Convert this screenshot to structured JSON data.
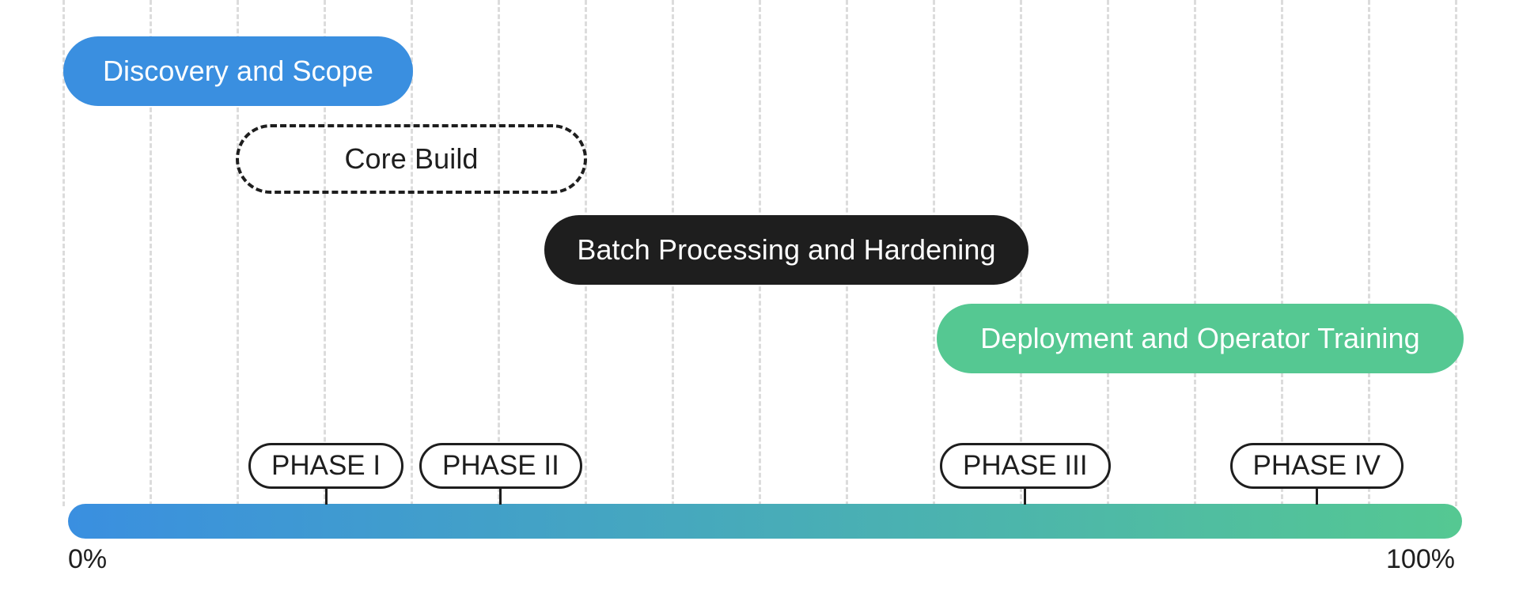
{
  "colors": {
    "gridline": "#dcdcdc",
    "discovery": "#3a8fe0",
    "build_outline": "#1e1e1e",
    "batch": "#1e1e1e",
    "deployment": "#55c892",
    "progress_start": "#3a8fe0",
    "progress_end": "#55c892",
    "text_dark": "#1e1e1e"
  },
  "timeline": {
    "gridline_count": 17,
    "tasks": [
      {
        "label": "Discovery and Scope",
        "style": "solid",
        "color": "#3a8fe0"
      },
      {
        "label": "Core Build",
        "style": "outline",
        "color": "#1e1e1e"
      },
      {
        "label": "Batch Processing and Hardening",
        "style": "solid",
        "color": "#1e1e1e"
      },
      {
        "label": "Deployment and Operator Training",
        "style": "solid",
        "color": "#55c892"
      }
    ],
    "milestones": [
      {
        "label": "PHASE I"
      },
      {
        "label": "PHASE II"
      },
      {
        "label": "PHASE III"
      },
      {
        "label": "PHASE IV"
      }
    ],
    "axis": {
      "start_label": "0%",
      "end_label": "100%"
    }
  }
}
